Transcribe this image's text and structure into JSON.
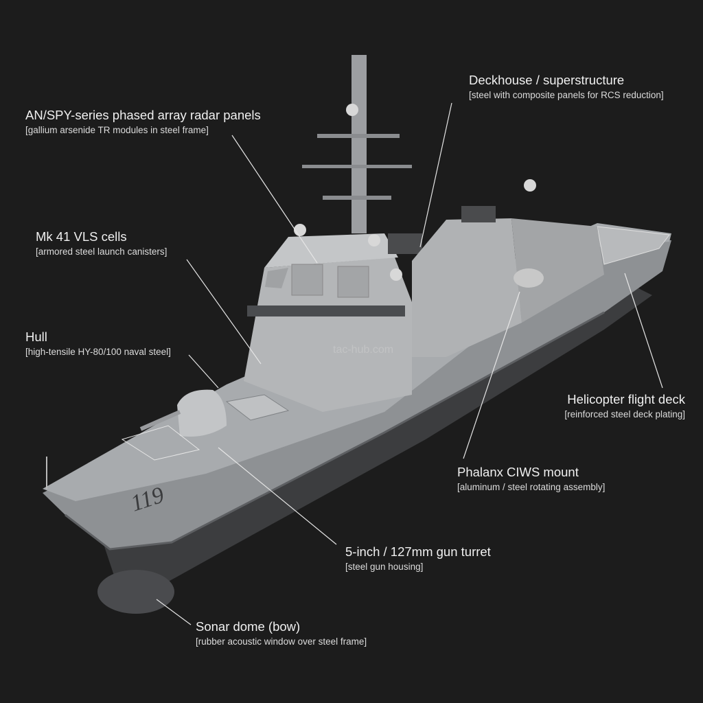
{
  "colors": {
    "background": "#1c1c1c",
    "hull": "#8e9194",
    "deck": "#a8abae",
    "superstructure": "#b4b6b8",
    "underwater_hull": "#3c3d3f",
    "leader_line": "#e6e6e6"
  },
  "ship": {
    "hull_number": "119"
  },
  "watermark": "tac-hub.com",
  "callouts": [
    {
      "title": "Deckhouse / superstructure",
      "detail": "[steel with composite panels for RCS reduction]"
    },
    {
      "title": "AN/SPY-series phased array radar panels",
      "detail": "[gallium arsenide TR modules in steel frame]"
    },
    {
      "title": "Mk 41 VLS cells",
      "detail": "[armored steel launch canisters]"
    },
    {
      "title": "Hull",
      "detail": "[high-tensile HY-80/100 naval steel]"
    },
    {
      "title": "Helicopter flight deck",
      "detail": "[reinforced steel deck plating]"
    },
    {
      "title": "Phalanx CIWS mount",
      "detail": "[aluminum / steel rotating assembly]"
    },
    {
      "title": "5-inch / 127mm gun turret",
      "detail": "[steel gun housing]"
    },
    {
      "title": "Sonar dome (bow)",
      "detail": "[rubber acoustic window over steel frame]"
    }
  ]
}
